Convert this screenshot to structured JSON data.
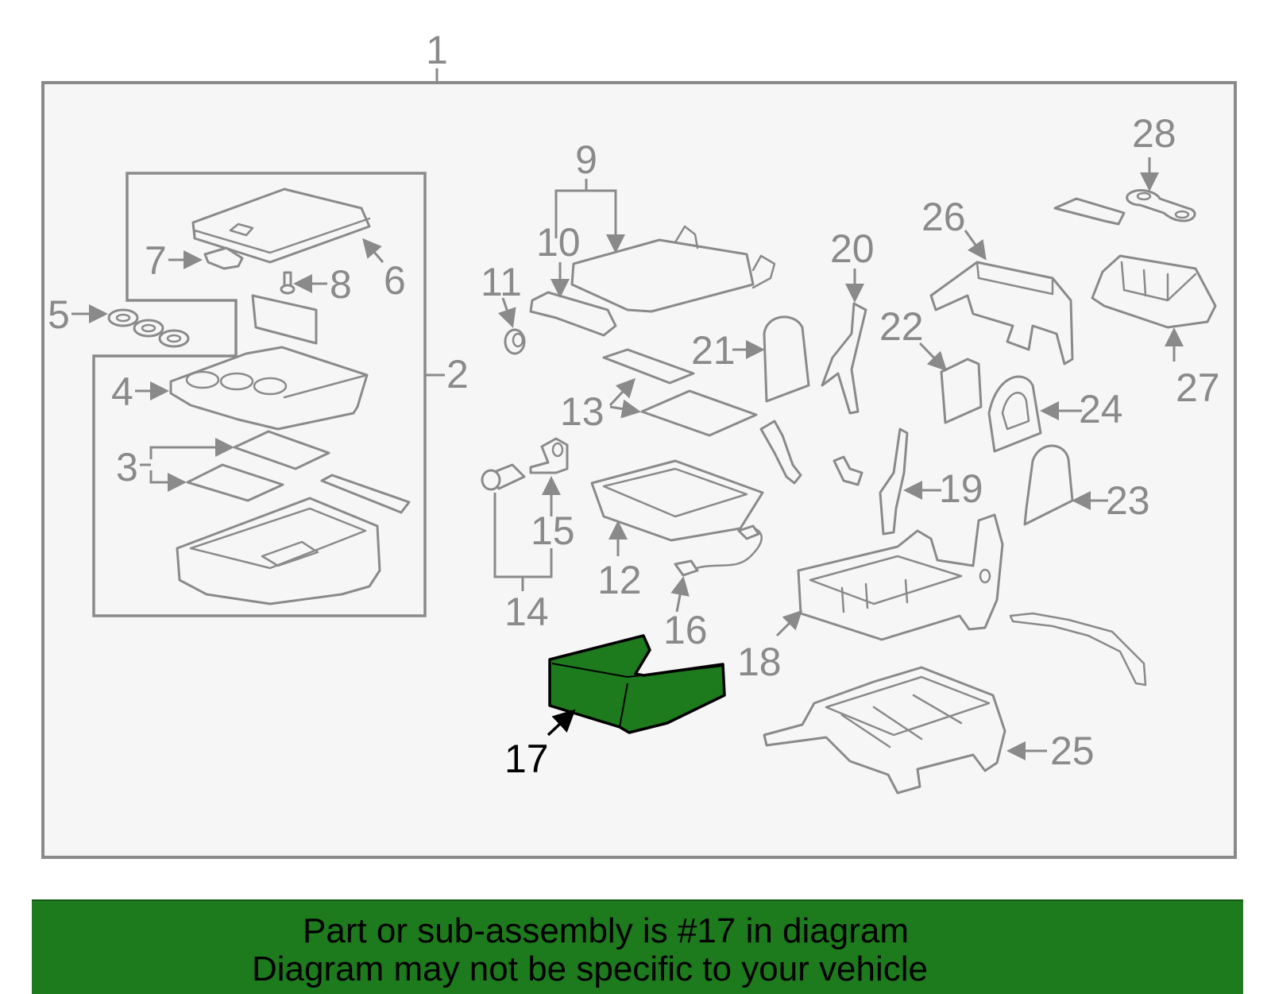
{
  "diagram": {
    "callouts": {
      "c1": "1",
      "c2": "2",
      "c3": "3",
      "c4": "4",
      "c5": "5",
      "c6": "6",
      "c7": "7",
      "c8": "8",
      "c9": "9",
      "c10": "10",
      "c11": "11",
      "c12": "12",
      "c13": "13",
      "c14": "14",
      "c15": "15",
      "c16": "16",
      "c17": "17",
      "c18": "18",
      "c19": "19",
      "c20": "20",
      "c21": "21",
      "c22": "22",
      "c23": "23",
      "c24": "24",
      "c25": "25",
      "c26": "26",
      "c27": "27",
      "c28": "28"
    },
    "highlighted_part": "17",
    "colors": {
      "line": "#8a8a8a",
      "highlight_fill": "#1d7a1d",
      "highlight_stroke": "#000000",
      "banner": "#1d7a1d"
    }
  },
  "banner": {
    "line1": "Part or sub-assembly is #17 in diagram",
    "line2": "Diagram may not be specific to your vehicle"
  }
}
